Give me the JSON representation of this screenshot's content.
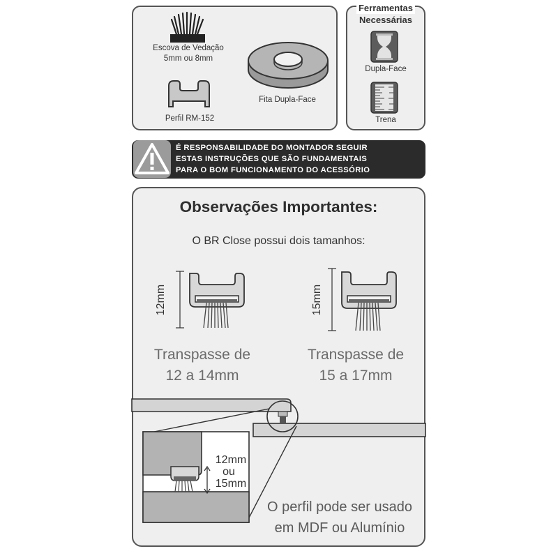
{
  "materials": {
    "brush_label_line1": "Escova de Vedação",
    "brush_label_line2": "5mm ou 8mm",
    "profile_label": "Perfil RM-152",
    "tape_label": "Fita Dupla-Face"
  },
  "tools": {
    "title_line1": "Ferramentas",
    "title_line2": "Necessárias",
    "tool1_label": "Dupla-Face",
    "tool2_label": "Trena"
  },
  "warning": {
    "line1": "É RESPONSABILIDADE DO MONTADOR SEGUIR",
    "line2": "ESTAS INSTRUÇÕES QUE SÃO FUNDAMENTAIS",
    "line3": "PARA O BOM FUNCIONAMENTO DO ACESSÓRIO"
  },
  "observations": {
    "title": "Observações Importantes:",
    "subtitle": "O BR Close possui dois tamanhos:",
    "size_small": {
      "dimension": "12mm",
      "caption_line1": "Transpasse de",
      "caption_line2": "12 a 14mm"
    },
    "size_large": {
      "dimension": "15mm",
      "caption_line1": "Transpasse de",
      "caption_line2": "15 a 17mm"
    },
    "detail": {
      "dim_line1": "12mm",
      "dim_line2": "ou",
      "dim_line3": "15mm"
    },
    "note_line1": "O perfil pode ser usado",
    "note_line2": "em MDF ou Alumínio"
  },
  "colors": {
    "panel_bg": "#efefef",
    "border": "#555555",
    "warning_bar": "#2b2b2b",
    "profile_gray": "#c8c8c8",
    "dark_gray": "#4a4a4a"
  }
}
